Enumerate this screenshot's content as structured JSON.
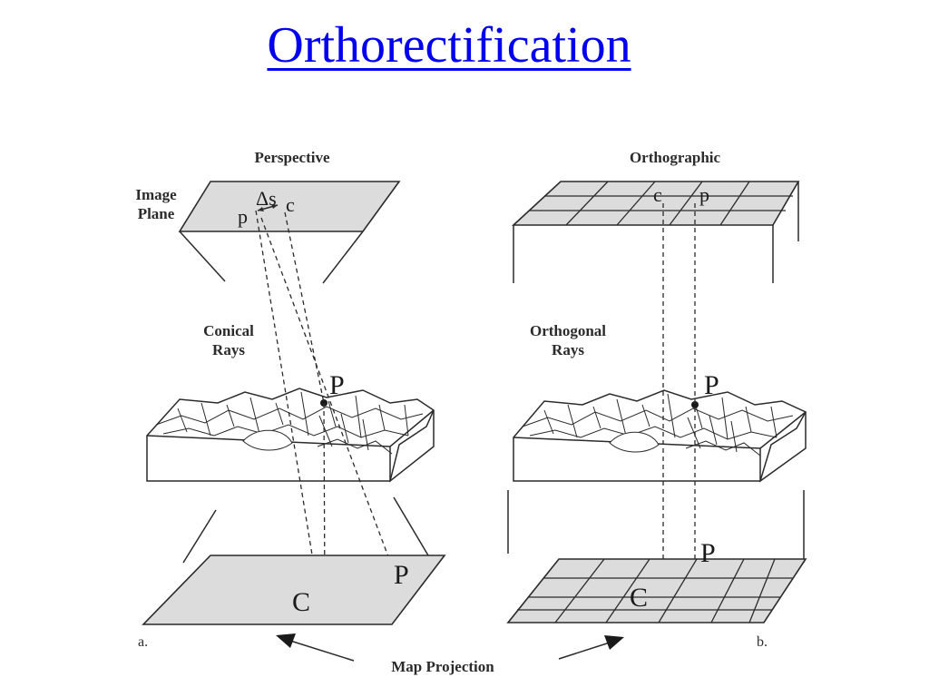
{
  "title": "Orthorectification",
  "panel_a": {
    "heading": "Perspective",
    "image_plane_label": [
      "Image",
      "Plane"
    ],
    "rays_label": [
      "Conical",
      "Rays"
    ],
    "delta_s": "Δs",
    "point_p_small": "p",
    "point_c_small": "c",
    "point_P_terrain": "P",
    "point_P_map": "P",
    "point_C_map": "C",
    "caption": "a."
  },
  "panel_b": {
    "heading": "Orthographic",
    "rays_label": [
      "Orthogonal",
      "Rays"
    ],
    "point_c_small": "c",
    "point_p_small": "p",
    "point_P_terrain": "P",
    "point_P_map": "P",
    "point_C_map": "C",
    "caption": "b."
  },
  "footer_label": "Map Projection"
}
